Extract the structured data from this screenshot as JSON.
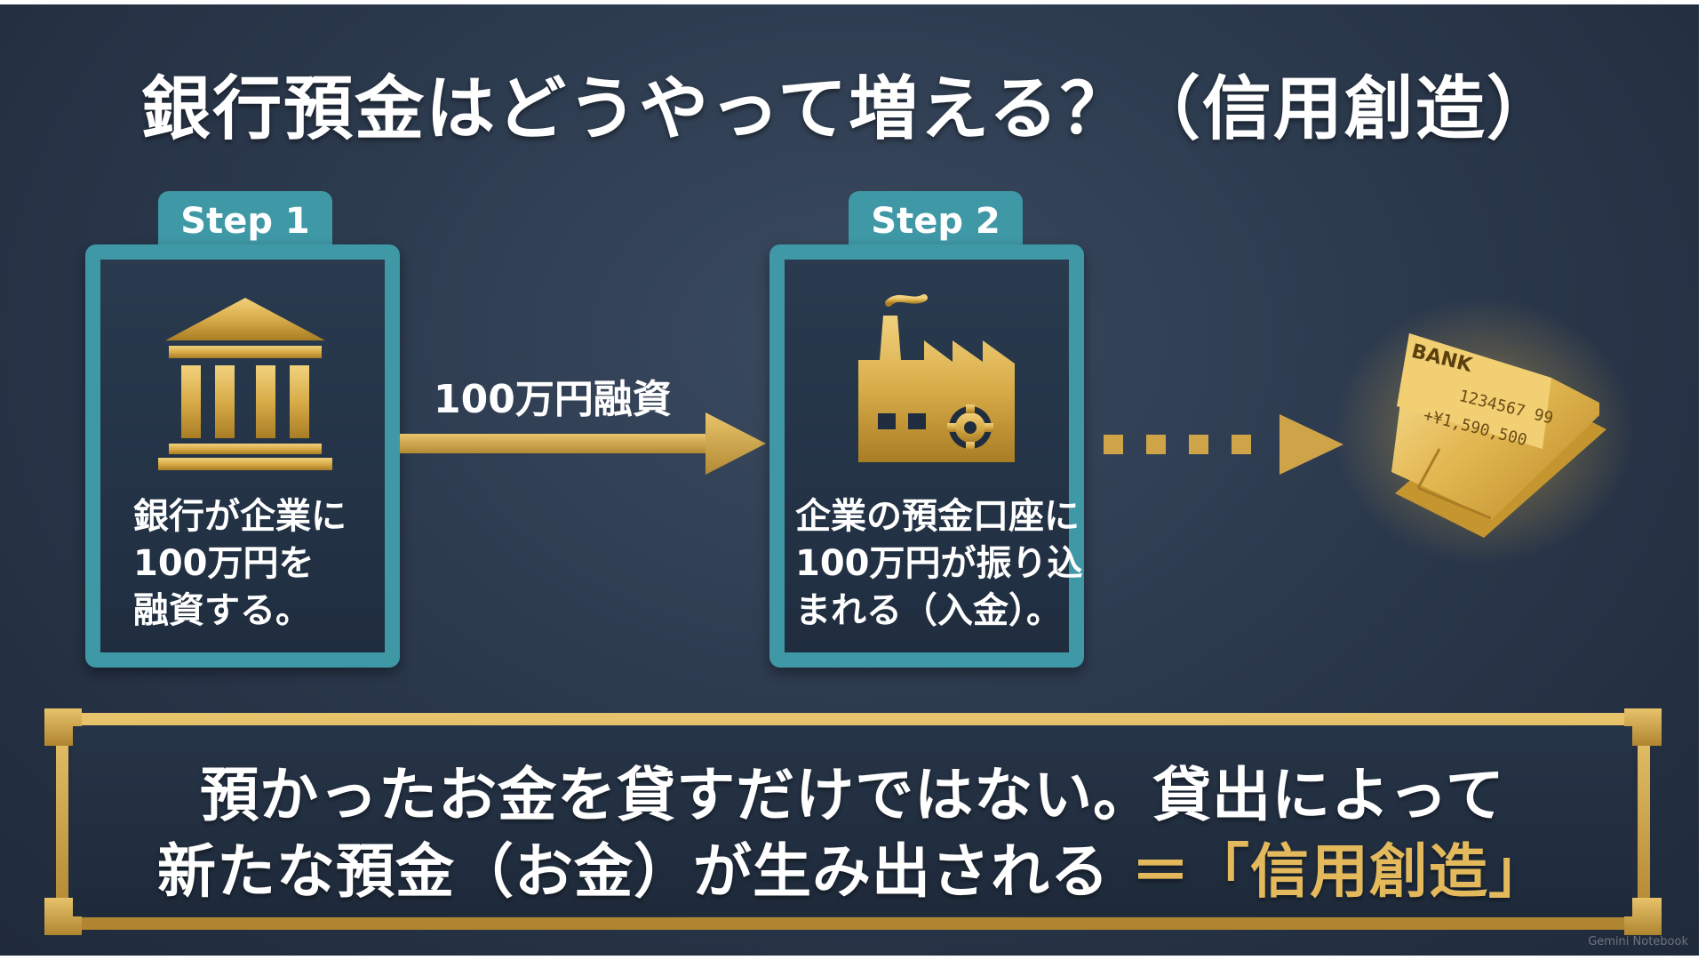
{
  "title": "銀行預金はどうやって増える？（信用創造）",
  "steps": [
    {
      "tab": "Step 1",
      "icon": "bank-building-icon",
      "text_lines": [
        "銀行が企業に",
        "100万円を",
        "融資する。"
      ]
    },
    {
      "tab": "Step 2",
      "icon": "factory-icon",
      "text_lines": [
        "企業の預金口座に",
        "100万円が振り込",
        "まれる（入金）。"
      ]
    }
  ],
  "arrow_label": "100万円融資",
  "passbook": {
    "icon": "bank-passbook-icon",
    "label": "BANK",
    "digits_line1": "1234567 99",
    "digits_line2": "+¥1,590,500"
  },
  "summary": {
    "line1": "預かったお金を貸すだけではない。貸出によって",
    "line2_prefix": "新たな預金（お金）が生み出される",
    "line2_highlight": "＝「信用創造」"
  },
  "watermark": "Gemini Notebook",
  "colors": {
    "background": "#2c3a4e",
    "teal_frame": "#3f98a6",
    "gold": "#d8ac48",
    "gold_text": "#e3b95c",
    "text": "#ffffff"
  }
}
